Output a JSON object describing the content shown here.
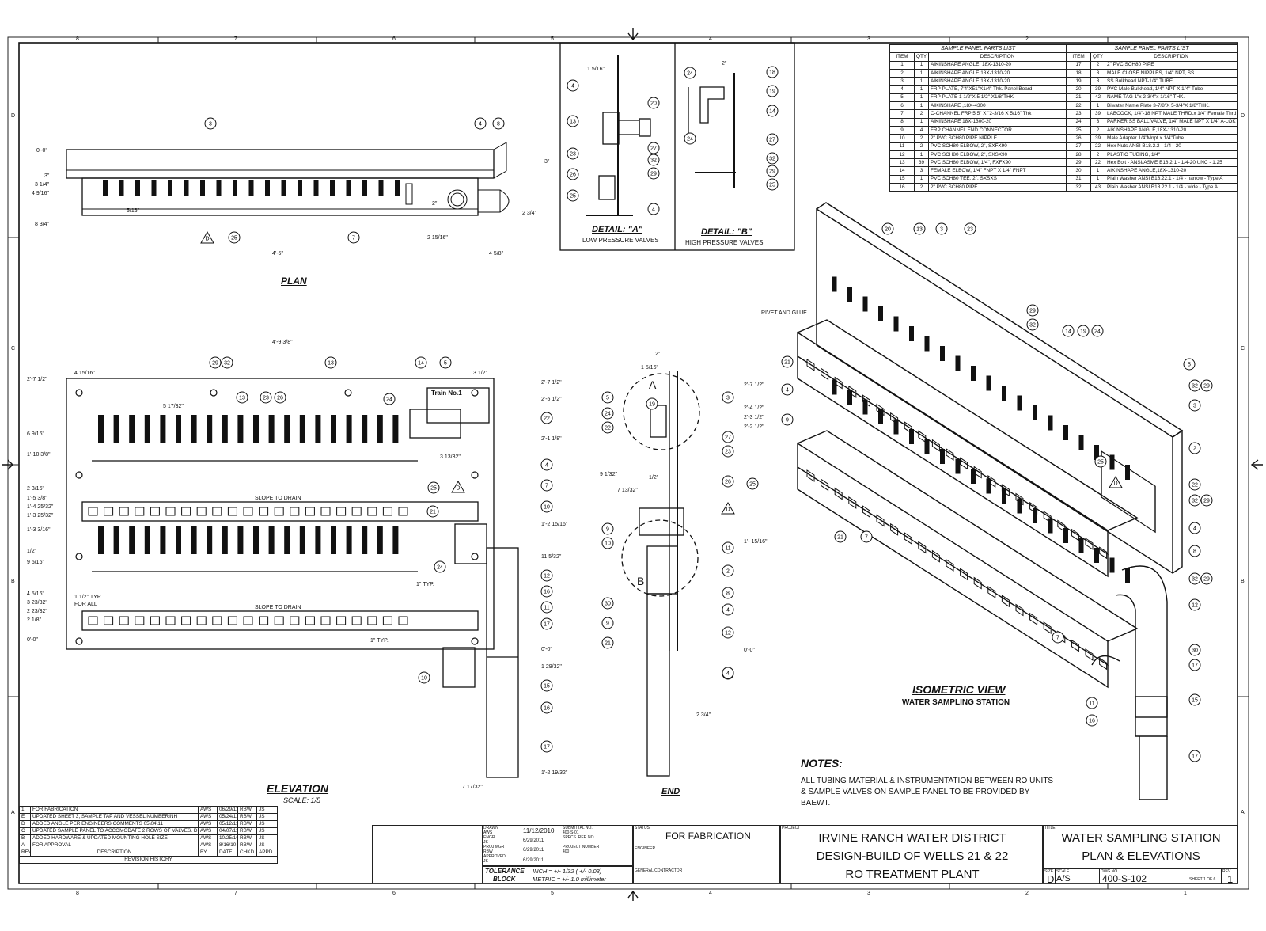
{
  "grid": {
    "top": [
      "8",
      "7",
      "6",
      "5",
      "4",
      "3",
      "2",
      "1"
    ],
    "bottom": [
      "8",
      "7",
      "6",
      "5",
      "4",
      "3",
      "2",
      "1"
    ],
    "left": [
      "D",
      "C",
      "B",
      "A"
    ],
    "right": [
      "D",
      "C",
      "B",
      "A"
    ]
  },
  "views": {
    "plan": {
      "title": "PLAN",
      "dims": [
        "0'-0\"",
        "3\"",
        "3 1/4\"",
        "4 9/16\"",
        "8 3/4\"",
        "5/16\"",
        "2\"",
        "2 3/4\"",
        "3\"",
        "2 15/16\"",
        "4'-5\"",
        "4 5/8\""
      ],
      "callouts": [
        "3",
        "4",
        "8",
        "25",
        "7",
        "D"
      ]
    },
    "detailA": {
      "title": "DETAIL: \"A\"",
      "subtitle": "LOW PRESSURE VALVES",
      "dims": [
        "1 5/16\""
      ],
      "callouts": [
        "4",
        "13",
        "20",
        "23",
        "27",
        "32",
        "29",
        "26",
        "25",
        "4"
      ]
    },
    "detailB": {
      "title": "DETAIL: \"B\"",
      "subtitle": "HIGH PRESSURE VALVES",
      "dims": [
        "2\""
      ],
      "callouts": [
        "24",
        "18",
        "19",
        "14",
        "24",
        "27",
        "32",
        "29",
        "25"
      ]
    },
    "elevation": {
      "title": "ELEVATION",
      "scale": "SCALE: 1/5",
      "nameplate": "Train No.1",
      "slope1": "SLOPE TO DRAIN",
      "slope2": "SLOPE TO DRAIN",
      "left_dims": [
        "2'-7 1/2\"",
        "6 9/16\"",
        "1'-10 3/8\"",
        "2 3/16\"",
        "1'-5 3/8\"",
        "1'-4 25/32\"",
        "1'-3 25/32\"",
        "1'-3 3/16\"",
        "1/2\"",
        "9 5/16\"",
        "4 5/16\"",
        "3 23/32\"",
        "2 23/32\"",
        "2 1/8\"",
        "0'-0\""
      ],
      "top_dims": [
        "4'-9 3/8\"",
        "4 15/16\"",
        "3 1/2\"",
        "5 17/32\""
      ],
      "right_dims": [
        "2'-7 1/2\"",
        "2'-5 1/2\"",
        "2'-1 1/8\"",
        "3 13/32\"",
        "1'-2 15/16\"",
        "11 5/32\"",
        "0'-0\"",
        "1 29/32\"",
        "1'-2 19/32\"",
        "7 17/32\""
      ],
      "notes": [
        "1 1/2\" TYP.",
        "FOR ALL",
        "1\" TYP.",
        "1\" TYP."
      ],
      "callouts": [
        "29",
        "32",
        "13",
        "14",
        "5",
        "24",
        "22",
        "4",
        "7",
        "25",
        "D",
        "21",
        "10",
        "12",
        "16",
        "11",
        "17",
        "15",
        "16",
        "17",
        "10",
        "13",
        "23",
        "26",
        "24"
      ]
    },
    "end": {
      "title": "END",
      "labels": [
        "A",
        "B"
      ],
      "dims": [
        "2\"",
        "1 5/16\"",
        "2'-7 1/2\"",
        "2'-4 1/2\"",
        "2'-3 1/2\"",
        "2'-2 1/2\"",
        "9 1/32\"",
        "7 13/32\"",
        "1/2\"",
        "1'- 15/16\"",
        "0'-0\"",
        "2 3/4\""
      ],
      "callouts": [
        "5",
        "24",
        "22",
        "19",
        "3",
        "27",
        "23",
        "26",
        "25",
        "D",
        "9",
        "10",
        "11",
        "2",
        "8",
        "4",
        "12",
        "13",
        "30",
        "9",
        "21",
        "7",
        "4"
      ]
    },
    "iso": {
      "title": "ISOMETRIC VIEW",
      "subtitle": "WATER SAMPLING STATION",
      "rivet": "RIVET AND GLUE",
      "callouts": [
        "20",
        "13",
        "3",
        "23",
        "29",
        "32",
        "14",
        "19",
        "24",
        "21",
        "4",
        "9",
        "5",
        "32",
        "29",
        "3",
        "2",
        "25",
        "D",
        "22",
        "32",
        "29",
        "4",
        "8",
        "32",
        "29",
        "12",
        "30",
        "17",
        "15",
        "17",
        "21",
        "7",
        "7",
        "11",
        "16"
      ]
    }
  },
  "parts_list": {
    "title_left": "SAMPLE PANEL PARTS LIST",
    "title_right": "SAMPLE PANEL PARTS LIST",
    "headers": [
      "ITEM",
      "QTY",
      "DESCRIPTION",
      "ITEM",
      "QTY",
      "DESCRIPTION"
    ],
    "rows": [
      [
        "1",
        "1",
        "AIKINSHAPE ANGLE, 18X-1310-20",
        "17",
        "2",
        "2\" PVC SCH80 PIPE"
      ],
      [
        "2",
        "1",
        "AIKINSHAPE ANGLE,18X-1310-20",
        "18",
        "3",
        "MALE CLOSE NIPPLES, 1/4\" NPT, SS"
      ],
      [
        "3",
        "1",
        "AIKINSHAPE ANGLE,18X-1310-20",
        "19",
        "3",
        "SS Bulkhead NPT-1/4\" TUBE"
      ],
      [
        "4",
        "1",
        "FRP PLATE, 7'4\"X51\"X1/4\" Thk. Panel Board",
        "20",
        "39",
        "PVC Male Bulkhead, 1/4\" NPT X 1/4\" Tube"
      ],
      [
        "5",
        "1",
        "FRP PLATE 1 1/2\"X 5 1/2\" X1/8\"THK",
        "21",
        "42",
        "NAME TAG 1\"x 2-3/4\"x 1/16\" THK."
      ],
      [
        "6",
        "1",
        "AIKINSHAPE ,18X-4300",
        "22",
        "1",
        "Biwater Name Plate 3-7/8\"X 5-3/4\"X 1/8\"THK."
      ],
      [
        "7",
        "2",
        "C-CHANNEL FRP 5.5\" X \"2-3/16 X 5/16\" Thk",
        "23",
        "39",
        "LABCOCK, 1/4\"-18 NPT MALE THRD.x 1/4\" Female Thrd"
      ],
      [
        "8",
        "1",
        "AIKINSHAPE 18X-1300-20",
        "24",
        "3",
        "PARKER SS BALL VALVE, 1/4\" MALE NPT X 1/4\" A-LOK"
      ],
      [
        "9",
        "4",
        "FRP CHANNEL END CONNECTOR",
        "25",
        "2",
        "AIKINSHAPE ANGLE,18X-1310-20"
      ],
      [
        "10",
        "2",
        "2\" PVC SCH80 PIPE NIPPLE",
        "26",
        "39",
        "Male Adapter 1/4\"Mnpt x 1/4\"Tube"
      ],
      [
        "11",
        "2",
        "PVC SCH80 ELBOW, 2\", SXFX90",
        "27",
        "22",
        "Hex Nuts ANSI B18.2.2 - 1/4 - 20"
      ],
      [
        "12",
        "1",
        "PVC SCH80 ELBOW, 2\", SXSX90",
        "28",
        "2",
        "PLASTIC TUBING, 1/4\""
      ],
      [
        "13",
        "39",
        "PVC SCH80 ELBOW, 1/4\", FXFX90",
        "29",
        "22",
        "Hex Bolt - ANSI/ASME B18.2.1 - 1/4-20 UNC - 1.25"
      ],
      [
        "14",
        "3",
        "FEMALE ELBOW, 1/4\" FNPT X 1/4\" FNPT",
        "30",
        "1",
        "AIKINSHAPE ANGLE,18X-1310-20"
      ],
      [
        "15",
        "1",
        "PVC SCH80 TEE, 2\", SXSXS",
        "31",
        "1",
        "Plain Washer ANSI B18.22.1 - 1/4 - narrow - Type A"
      ],
      [
        "16",
        "2",
        "2\" PVC SCH80 PIPE",
        "32",
        "43",
        "Plain Washer ANSI B18.22.1 - 1/4 - wide - Type A"
      ]
    ]
  },
  "notes": {
    "heading": "NOTES:",
    "lines": [
      "ALL TUBING MATERIAL & INSTRUMENTATION BETWEEN RO UNITS",
      "& SAMPLE VALVES ON SAMPLE PANEL TO BE PROVIDED BY",
      "BAEWT."
    ]
  },
  "revision_history": {
    "rows": [
      [
        "1",
        "FOR FABRICATION",
        "AWS",
        "06/29/11",
        "RBW",
        "JS"
      ],
      [
        "E",
        "UPDATED SHEET 3, SAMPLE TAP AND VESSEL NUMBERINH",
        "AWS",
        "05/24/11",
        "RBW",
        "JS"
      ],
      [
        "D",
        "ADDED ANGLE PER ENGINEERS COMMENTS 05\\04\\11",
        "AWS",
        "05/12/11",
        "RBW",
        "JS"
      ],
      [
        "C",
        "UPDATED SAMPLE PANEL TO ACCOMODATE 2 ROWS OF VALVES. DECREASED THE HEIGHT",
        "AWS",
        "04/07/11",
        "RBW",
        "JS"
      ],
      [
        "B",
        "ADDED HARDWARE & UPDATED MOUNTING HOLE SIZE",
        "AWS",
        "10/25/10",
        "RBW",
        "JS"
      ],
      [
        "A",
        "FOR APPROVAL",
        "AWS",
        "8/16/10",
        "RBW",
        "JS"
      ]
    ],
    "headers": [
      "REV",
      "DESCRIPTION",
      "BY",
      "DATE",
      "CHKD",
      "APPD"
    ],
    "footer": "REVISION HISTORY"
  },
  "title_block": {
    "drawn_label": "DRAWN",
    "drawn_by": "AWS",
    "drawn_date": "11/12/2010",
    "engr_label": "ENGR",
    "engr": "JS",
    "engr_date": "6/29/2011",
    "projmgr_label": "PROJ MGR",
    "projmgr": "RBW",
    "projmgr_date": "6/29/2011",
    "approved_label": "APPROVED",
    "approved": "JS",
    "approved_date": "6/29/2011",
    "submittal_label": "SUBMITTAL NO.",
    "submittal": "400-S-01",
    "specs_label": "SPECS. REF. NO.",
    "project_number_label": "PROJECT NUMBER",
    "project_number": "400",
    "tolerance_label": "TOLERANCE",
    "block_label": "BLOCK",
    "tol_inch": "INCH = +/- 1/32 ( +/- 0.03)",
    "tol_metric": "METRIC = +/- 1.0 millimeter",
    "status_label": "STATUS",
    "status": "FOR FABRICATION",
    "engineer_label": "ENGINEER",
    "general_contractor_label": "GENERAL CONTRACTOR",
    "project_label": "PROJECT",
    "project_lines": [
      "IRVINE RANCH WATER DISTRICT",
      "DESIGN-BUILD OF WELLS 21 & 22",
      "RO TREATMENT PLANT"
    ],
    "title_label": "TITLE",
    "title_lines": [
      "WATER SAMPLING STATION",
      "PLAN & ELEVATIONS"
    ],
    "size_label": "SIZE",
    "size": "D",
    "scale_label": "SCALE",
    "scale": "A/S",
    "dwg_label": "DWG NO",
    "dwg": "400-S-102",
    "sheet": "SHEET 1  OF 6",
    "rev_label": "REV",
    "rev": "1"
  }
}
